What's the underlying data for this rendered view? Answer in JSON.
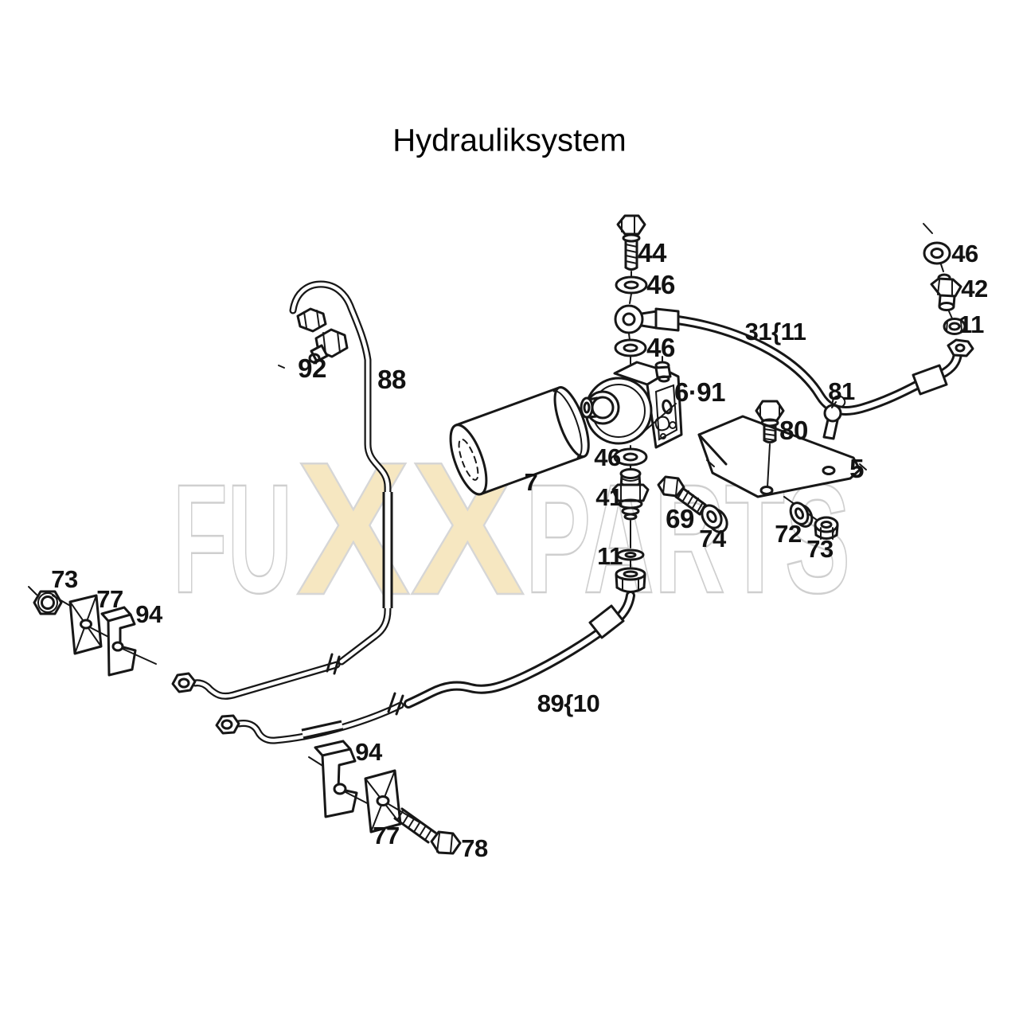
{
  "title": "Hydrauliksystem",
  "watermark": {
    "fu": "FU",
    "xx": "XX",
    "parts": "PARTS",
    "xx_fill": "#f6e7c1",
    "outline_color": "#cfcfcf"
  },
  "colors": {
    "ink": "#171717",
    "background": "#ffffff"
  },
  "labels": [
    {
      "text": "44"
    },
    {
      "text": "46"
    },
    {
      "text": "46"
    },
    {
      "text": "31{11"
    },
    {
      "text": "46"
    },
    {
      "text": "42"
    },
    {
      "text": "11"
    },
    {
      "text": "92"
    },
    {
      "text": "88"
    },
    {
      "text": "6·91"
    },
    {
      "text": "81"
    },
    {
      "text": "80"
    },
    {
      "text": "5"
    },
    {
      "text": "7"
    },
    {
      "text": "46"
    },
    {
      "text": "41"
    },
    {
      "text": "69"
    },
    {
      "text": "74"
    },
    {
      "text": "72"
    },
    {
      "text": "73"
    },
    {
      "text": "11"
    },
    {
      "text": "73"
    },
    {
      "text": "77"
    },
    {
      "text": "94"
    },
    {
      "text": "89{10"
    },
    {
      "text": "94"
    },
    {
      "text": "77"
    },
    {
      "text": "78"
    }
  ]
}
